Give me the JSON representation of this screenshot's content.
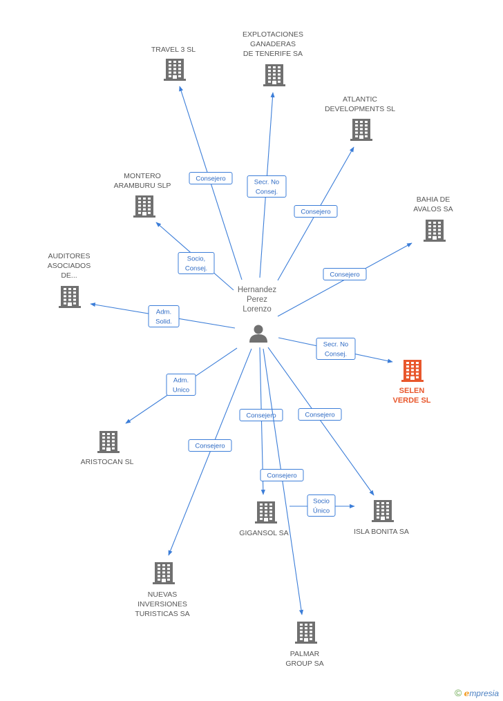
{
  "person": {
    "lines": [
      "Hernandez",
      "Perez",
      "Lorenzo"
    ]
  },
  "companies": [
    {
      "id": "travel3",
      "lines": [
        "TRAVEL 3 SL"
      ]
    },
    {
      "id": "explotaciones",
      "lines": [
        "EXPLOTACIONES",
        "GANADERAS",
        "DE TENERIFE SA"
      ]
    },
    {
      "id": "atlantic",
      "lines": [
        "ATLANTIC",
        "DEVELOPMENTS SL"
      ]
    },
    {
      "id": "montero",
      "lines": [
        "MONTERO",
        "ARAMBURU  SLP"
      ]
    },
    {
      "id": "bahia",
      "lines": [
        "BAHIA DE",
        "AVALOS SA"
      ]
    },
    {
      "id": "auditores",
      "lines": [
        "AUDITORES",
        "ASOCIADOS",
        "DE..."
      ]
    },
    {
      "id": "selen",
      "lines": [
        "SELEN",
        "VERDE SL"
      ],
      "focus": true
    },
    {
      "id": "aristocan",
      "lines": [
        "ARISTOCAN SL"
      ]
    },
    {
      "id": "gigansol",
      "lines": [
        "GIGANSOL SA"
      ]
    },
    {
      "id": "islabonita",
      "lines": [
        "ISLA BONITA SA"
      ]
    },
    {
      "id": "nuevas",
      "lines": [
        "NUEVAS",
        "INVERSIONES",
        "TURISTICAS SA"
      ]
    },
    {
      "id": "palmar",
      "lines": [
        "PALMAR",
        "GROUP SA"
      ]
    }
  ],
  "edges": [
    {
      "id": "e-travel3",
      "lines": [
        "Consejero"
      ]
    },
    {
      "id": "e-explotaciones",
      "lines": [
        "Secr.  No",
        "Consej."
      ]
    },
    {
      "id": "e-atlantic",
      "lines": [
        "Consejero"
      ]
    },
    {
      "id": "e-montero",
      "lines": [
        "Socio,",
        "Consej."
      ]
    },
    {
      "id": "e-bahia",
      "lines": [
        "Consejero"
      ]
    },
    {
      "id": "e-auditores",
      "lines": [
        "Adm.",
        "Solid."
      ]
    },
    {
      "id": "e-selen",
      "lines": [
        "Secr.  No",
        "Consej."
      ]
    },
    {
      "id": "e-aristocan",
      "lines": [
        "Adm.",
        "Unico"
      ]
    },
    {
      "id": "e-gigansol",
      "lines": [
        "Consejero"
      ]
    },
    {
      "id": "e-islabonita",
      "lines": [
        "Consejero"
      ]
    },
    {
      "id": "e-nuevas",
      "lines": [
        "Consejero"
      ]
    },
    {
      "id": "e-palmar",
      "lines": [
        "Consejero"
      ]
    },
    {
      "id": "e-gig-isla",
      "lines": [
        "Socio",
        "Único"
      ]
    }
  ],
  "colors": {
    "edge": "#3b7dd8",
    "building": "#707070",
    "focus": "#e8572c",
    "person": "#707070"
  },
  "footer": {
    "copyright": "©",
    "brand_e": "e",
    "brand_rest": "mpresia"
  }
}
